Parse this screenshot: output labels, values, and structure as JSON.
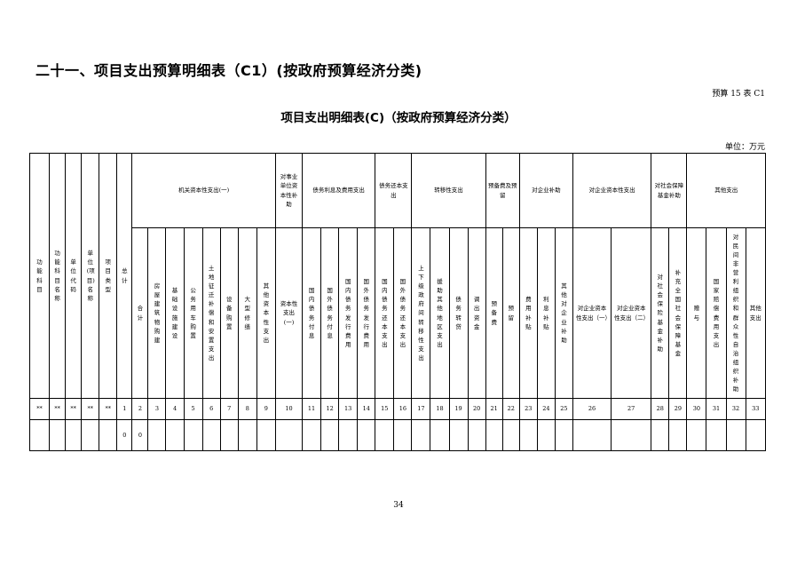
{
  "page": {
    "title": "二十一、项目支出预算明细表（C1）(按政府预算经济分类)",
    "table_code": "预算 15 表 C1",
    "table_title": "项目支出明细表(C)（按政府预算经济分类）",
    "unit": "单位：万元",
    "page_number": "34"
  },
  "table": {
    "left_headers": [
      "功能科目",
      "功能科目名称",
      "单位代码",
      "单位(项目)名称",
      "项目类型",
      "总计"
    ],
    "groups": [
      {
        "label": "机关资本性支出(一)",
        "sub": [
          "合计",
          "房屋建筑物购建",
          "基础设施建设",
          "公务用车购置",
          "土地征迁补偿和安置支出",
          "设备购置",
          "大型修缮",
          "其他资本性支出"
        ]
      },
      {
        "label": "对事业单位资本性补助",
        "sub": [
          "资本性支出(一)"
        ]
      },
      {
        "label": "债务利息及费用支出",
        "sub": [
          "国内债务付息",
          "国外债务付息",
          "国内债务发行费用",
          "国外债务发行费用"
        ]
      },
      {
        "label": "债务还本支出",
        "sub": [
          "国内债务还本支出",
          "国外债务还本支出"
        ]
      },
      {
        "label": "转移性支出",
        "sub": [
          "上下级政府间转移性支出",
          "援助其他地区支出",
          "债务转贷",
          "调出资金"
        ]
      },
      {
        "label": "预备费及预留",
        "sub": [
          "预备费",
          "预留"
        ]
      },
      {
        "label": "对企业补助",
        "sub": [
          "费用补贴",
          "利息补贴",
          "其他对企业补助"
        ]
      },
      {
        "label": "对企业资本性支出",
        "sub": [
          "对企业资本性支出（一）",
          "对企业资本性支出（二）"
        ]
      },
      {
        "label": "对社会保障基金补助",
        "sub": [
          "对社会保险基金补助",
          "补充全国社会保障基金"
        ]
      },
      {
        "label": "其他支出",
        "sub": [
          "赠与",
          "国家赔偿费用支出",
          "对民间非营利组织和群众性自治组织补助",
          "其他支出"
        ]
      }
    ],
    "number_row": [
      "**",
      "**",
      "**",
      "**",
      "**",
      "1",
      "2",
      "3",
      "4",
      "5",
      "6",
      "7",
      "8",
      "9",
      "10",
      "11",
      "12",
      "13",
      "14",
      "15",
      "16",
      "17",
      "18",
      "19",
      "20",
      "21",
      "22",
      "23",
      "24",
      "25",
      "26",
      "27",
      "28",
      "29",
      "30",
      "31",
      "32",
      "33"
    ],
    "data_row": [
      "",
      "",
      "",
      "",
      "",
      "0",
      "0",
      "",
      "",
      "",
      "",
      "",
      "",
      "",
      "",
      "",
      "",
      "",
      "",
      "",
      "",
      "",
      "",
      "",
      "",
      "",
      "",
      "",
      "",
      "",
      "",
      "",
      "",
      "",
      "",
      "",
      "",
      ""
    ]
  }
}
